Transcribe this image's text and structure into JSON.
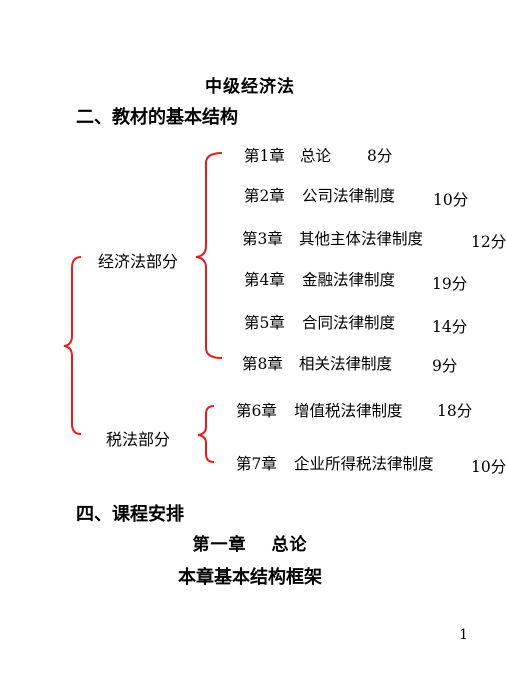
{
  "doc_title": "中级经济法",
  "section2_heading": "二、教材的基本结构",
  "structure": {
    "group1": {
      "label": "经济法部分",
      "chapters": [
        {
          "chapter": "第1章",
          "name": "总论",
          "score": "8分"
        },
        {
          "chapter": "第2章",
          "name": "公司法律制度",
          "score": "10分"
        },
        {
          "chapter": "第3章",
          "name": "其他主体法律制度",
          "score": "12分"
        },
        {
          "chapter": "第4章",
          "name": "金融法律制度",
          "score": "19分"
        },
        {
          "chapter": "第5章",
          "name": "合同法律制度",
          "score": "14分"
        },
        {
          "chapter": "第8章",
          "name": "相关法律制度",
          "score": "9分"
        }
      ]
    },
    "group2": {
      "label": "税法部分",
      "chapters": [
        {
          "chapter": "第6章",
          "name": "增值税法律制度",
          "score": "18分"
        },
        {
          "chapter": "第7章",
          "name": "企业所得税法律制度",
          "score": "10分"
        }
      ]
    }
  },
  "section4_heading": "四、课程安排",
  "chapter1_title": "第一章　 总论",
  "frame_title": "本章基本结构框架",
  "page_number": "1",
  "colors": {
    "brace": "#e02020",
    "text": "#000000"
  }
}
